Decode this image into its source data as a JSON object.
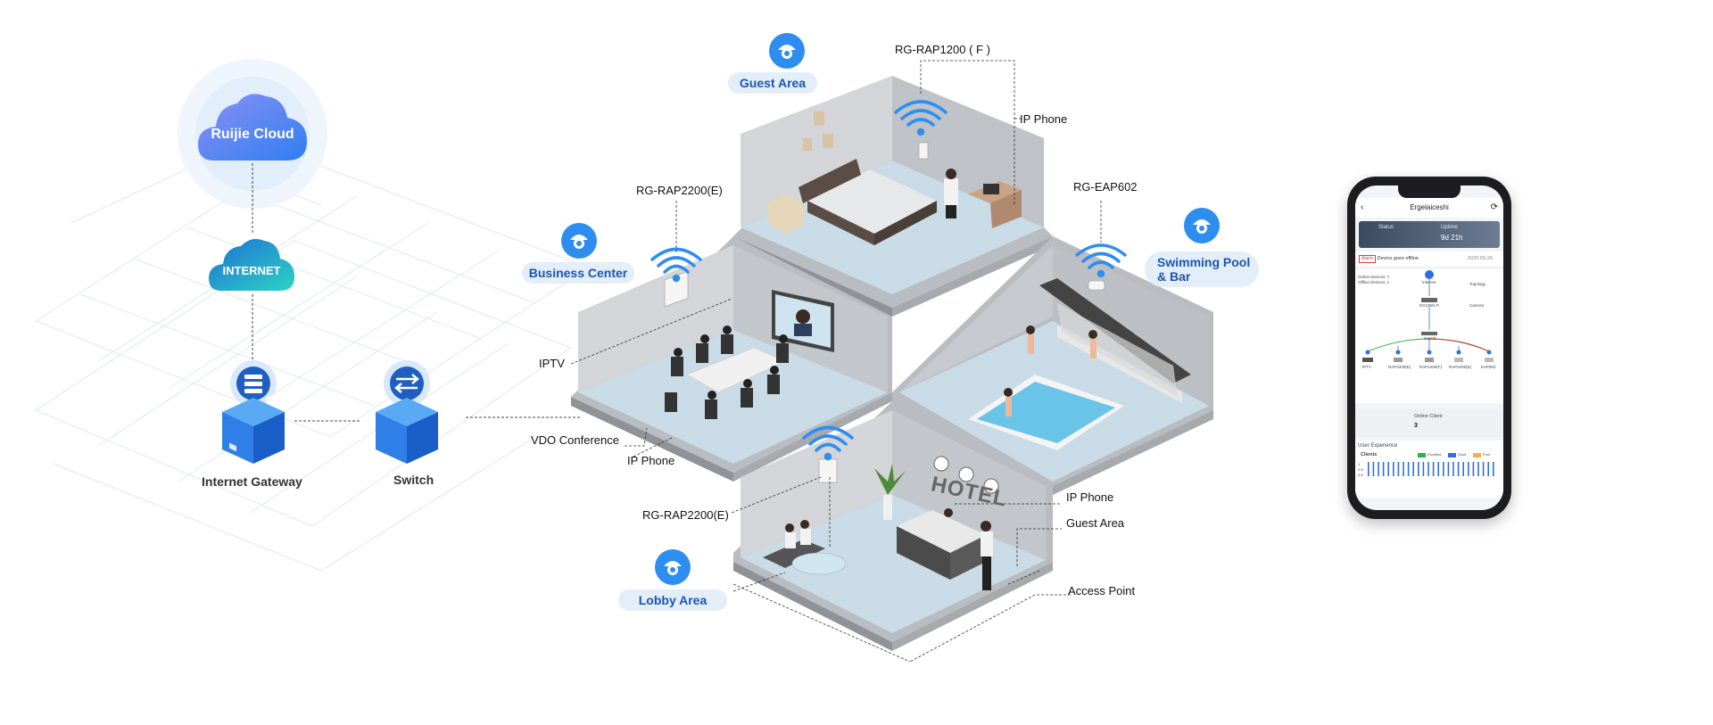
{
  "left_network": {
    "cloud_label": "Ruijie Cloud",
    "internet_label": "INTERNET",
    "gateway_label": "Internet Gateway",
    "switch_label": "Switch"
  },
  "areas": {
    "guest": "Guest Area",
    "business": "Business Center",
    "pool_line1": "Swimming Pool",
    "pool_line2": "& Bar",
    "lobby": "Lobby Area"
  },
  "devices": {
    "rap1200f": "RG-RAP1200 ( F )",
    "ip_phone_top": "IP Phone",
    "rap2200e_top": "RG-RAP2200(E)",
    "eap602": "RG-EAP602",
    "iptv": "IPTV",
    "vdo": "VDO Conference",
    "ip_phone_mid": "IP Phone",
    "rap2200e_bottom": "RG-RAP2200(E)",
    "ip_phone_lobby": "IP Phone",
    "guest_area_lobby": "Guest Area",
    "access_point": "Access Point",
    "hotel_sign": "HOTEL"
  },
  "phone": {
    "title": "Ergelaiceshi",
    "status_label": "Status",
    "uptime_label": "Uptime",
    "uptime_value": "9d 21h",
    "alarm_tag": "Alarm",
    "alarm_text": "Device goes offline",
    "alarm_date": "2020-05-29",
    "online_devices": "Online Devices: 7",
    "offline_devices": "Offline Devices: 1",
    "internet": "Internet",
    "topology": "Topology",
    "camera": "Camera",
    "gateway_model": "EG105G-P",
    "switch": "Switch",
    "leaf_devices": [
      "IPTV",
      "RAP2200(E)",
      "RAP1200(F)",
      "RAP2200(E)",
      "EAP602"
    ],
    "online_client_label": "Online Client",
    "online_client_value": "3",
    "ux_title": "User Experience",
    "clients_label": "Clients",
    "legend": [
      "Excellent",
      "Good",
      "Poor"
    ],
    "legend_colors": [
      "#2bb24c",
      "#2f6fe0",
      "#f5b04a"
    ],
    "axis_ticks": [
      "1",
      "0.8",
      "0.6"
    ]
  },
  "colors": {
    "accent_blue": "#1a56b0",
    "wifi_blue": "#2d8ef0",
    "tag_bg": "#e3eef9"
  }
}
